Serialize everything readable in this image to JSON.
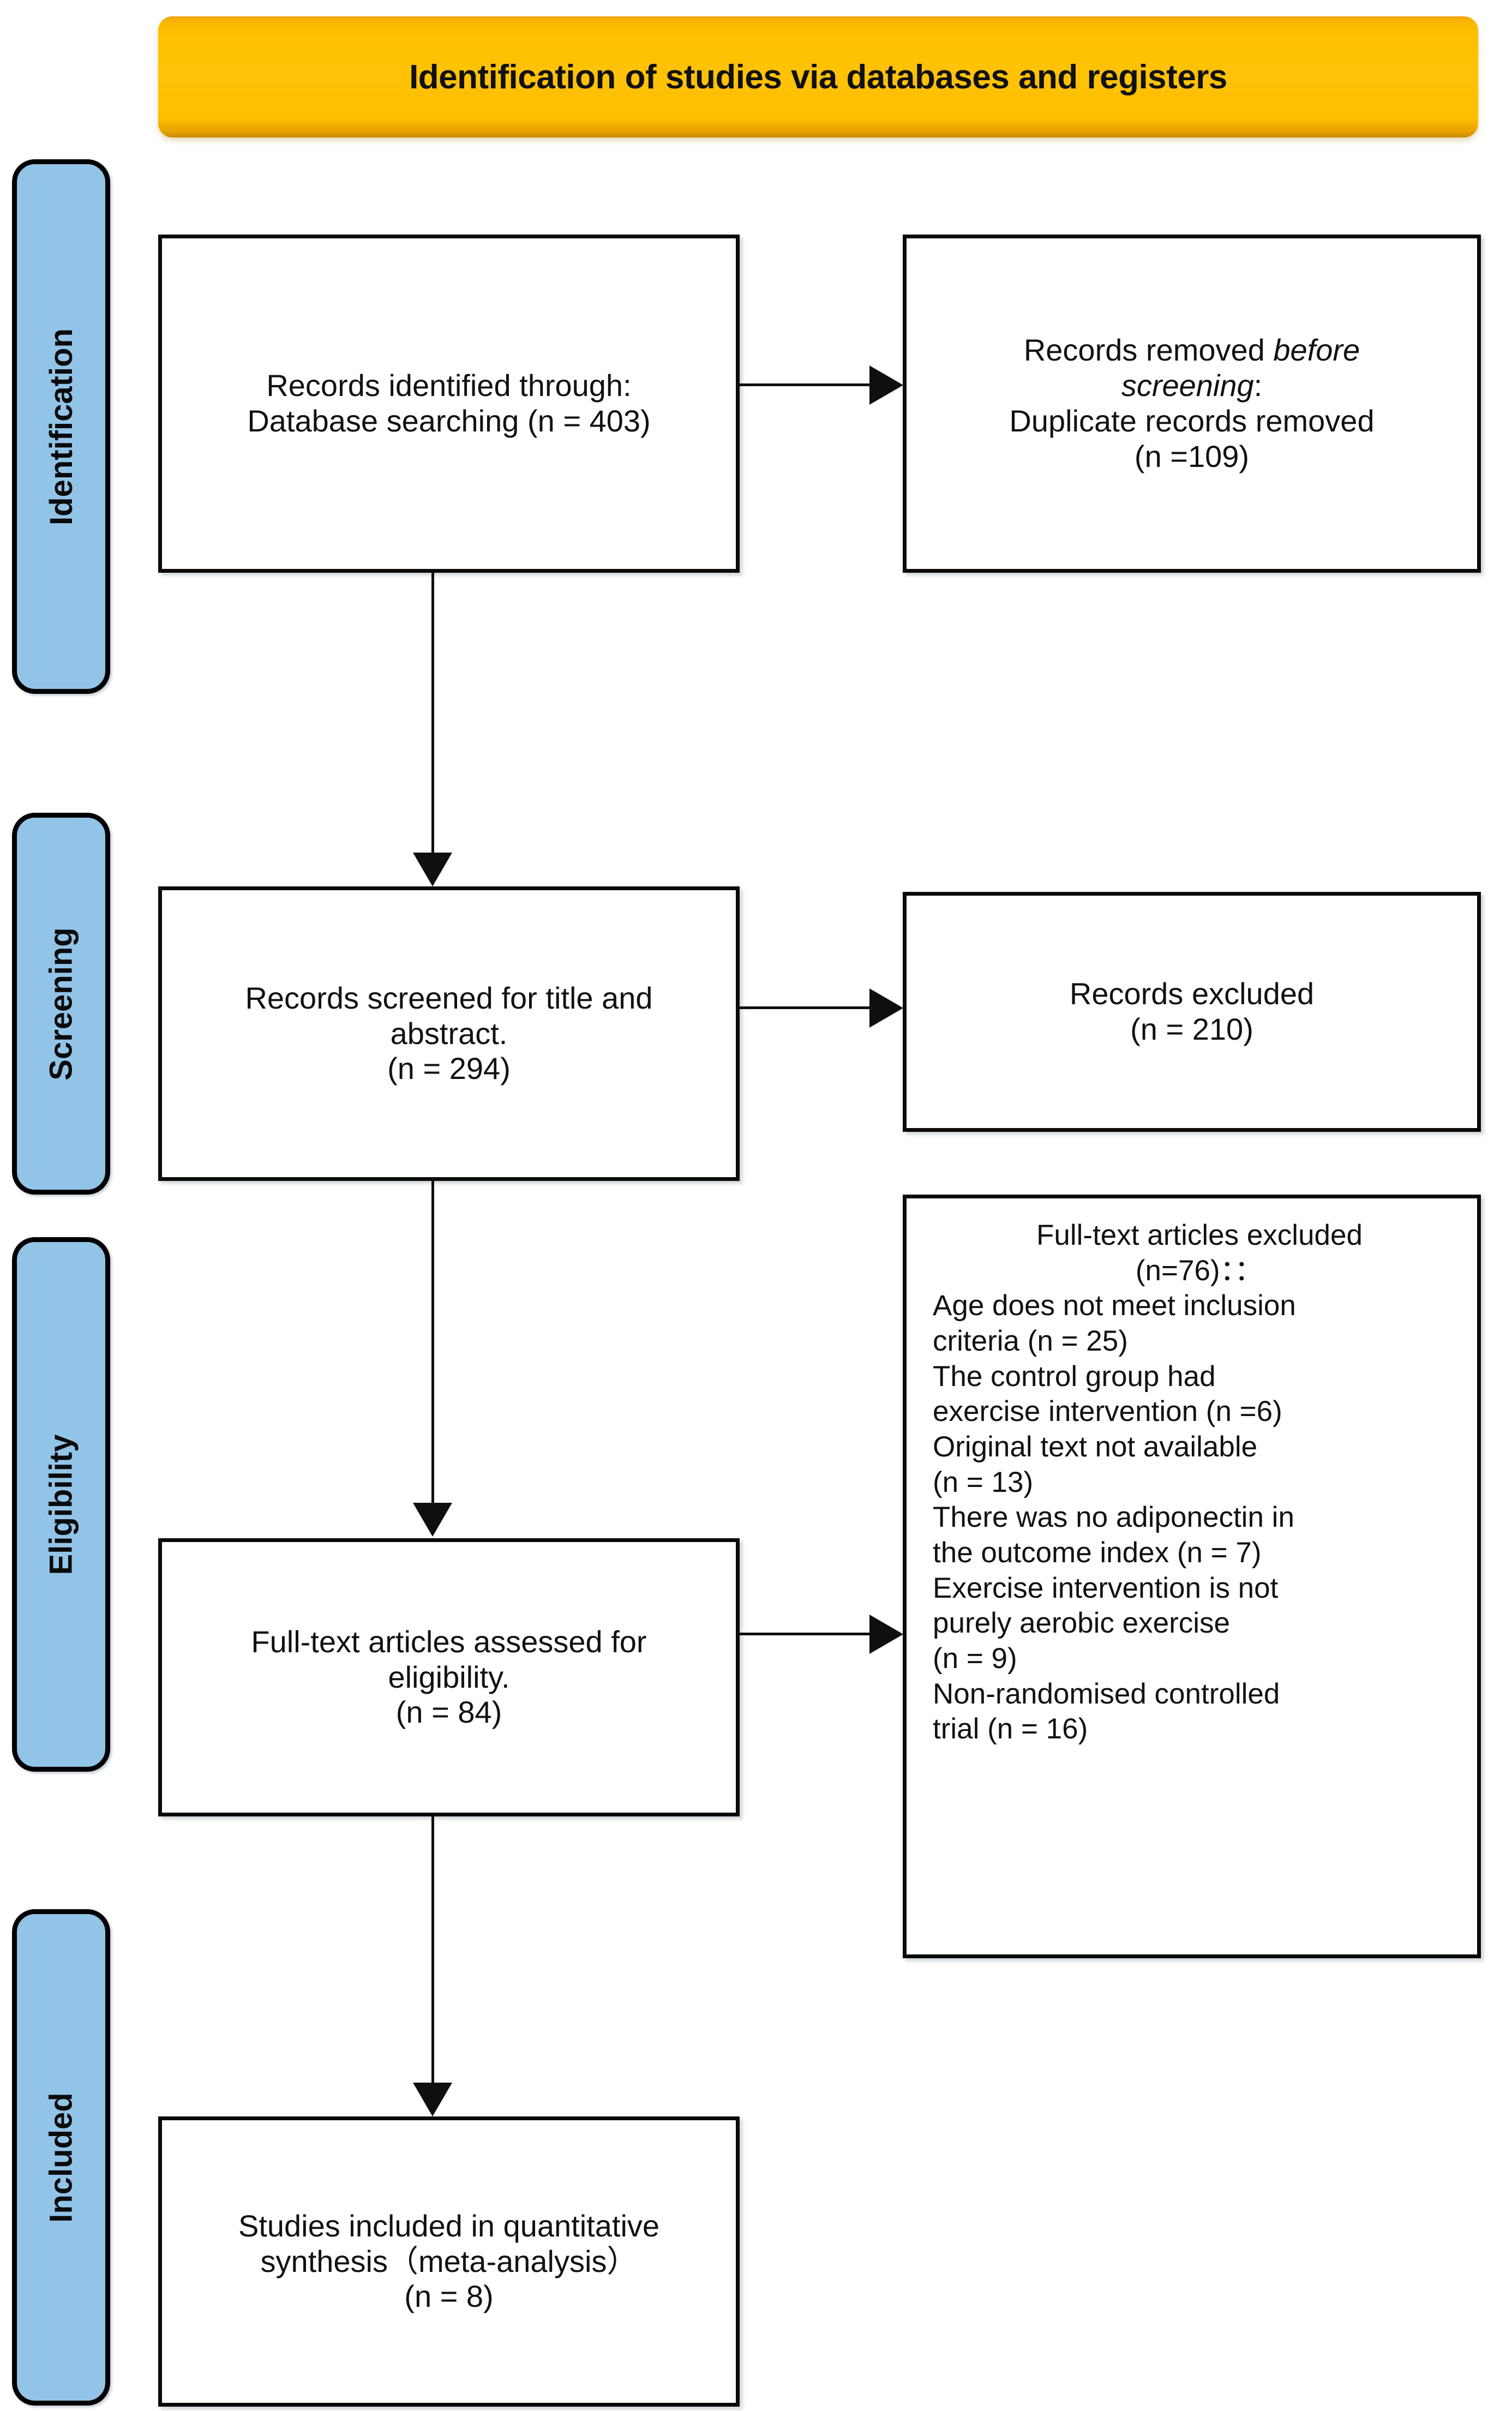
{
  "title": {
    "text": "Identification of studies via databases and registers",
    "background_color": "#FFC000",
    "text_color": "#000000"
  },
  "stages": [
    {
      "key": "identification",
      "label": "Identification"
    },
    {
      "key": "screening",
      "label": "Screening"
    },
    {
      "key": "eligibility",
      "label": "Eligibility"
    },
    {
      "key": "included",
      "label": "Included"
    }
  ],
  "stage_band_color": "#92C4E8",
  "boxes": {
    "identified": {
      "line1": "Records identified through:",
      "line2": "Database searching (n = 403)",
      "n": 403
    },
    "removed": {
      "line1_prefix": "Records removed ",
      "line1_italic": "before",
      "line2_italic": "screening",
      "line2_suffix": ":",
      "line3": "Duplicate records removed",
      "line4": "(n =109)",
      "n": 109
    },
    "screened": {
      "line1": "Records screened for title and",
      "line2": "abstract.",
      "line3": "(n = 294)",
      "n": 294
    },
    "excluded": {
      "line1": "Records excluded",
      "line2": "(n = 210)",
      "n": 210
    },
    "fulltext": {
      "line1": "Full-text articles assessed for",
      "line2": "eligibility.",
      "line3": "(n = 84)",
      "n": 84
    },
    "reasons": {
      "heading1": "Full-text articles excluded",
      "heading2": "(n=76)：：",
      "n_total": 76,
      "items": [
        {
          "text": "Age does not meet inclusion criteria (n = 25)",
          "n": 25
        },
        {
          "text": "The control group had exercise intervention (n =6)",
          "n": 6
        },
        {
          "text": "Original text not available (n = 13)",
          "n": 13
        },
        {
          "text": "There was no adiponectin in the outcome index (n = 7)",
          "n": 7
        },
        {
          "text": "Exercise intervention is not purely aerobic exercise (n = 9)",
          "n": 9
        },
        {
          "text": "Non-randomised controlled trial (n = 16)",
          "n": 16
        }
      ],
      "lines": [
        "Age does not meet inclusion",
        "criteria (n = 25)",
        "The control group had",
        "exercise intervention (n =6)",
        "Original text not available",
        "(n = 13)",
        "There was no adiponectin in",
        "the outcome index (n = 7)",
        "Exercise intervention is not",
        "purely aerobic exercise",
        "(n = 9)",
        "Non-randomised controlled",
        "trial (n = 16)"
      ]
    },
    "included_final": {
      "line1": "Studies included in quantitative",
      "line2": "synthesis（meta-analysis）",
      "line3": "(n = 8)",
      "n": 8
    }
  }
}
